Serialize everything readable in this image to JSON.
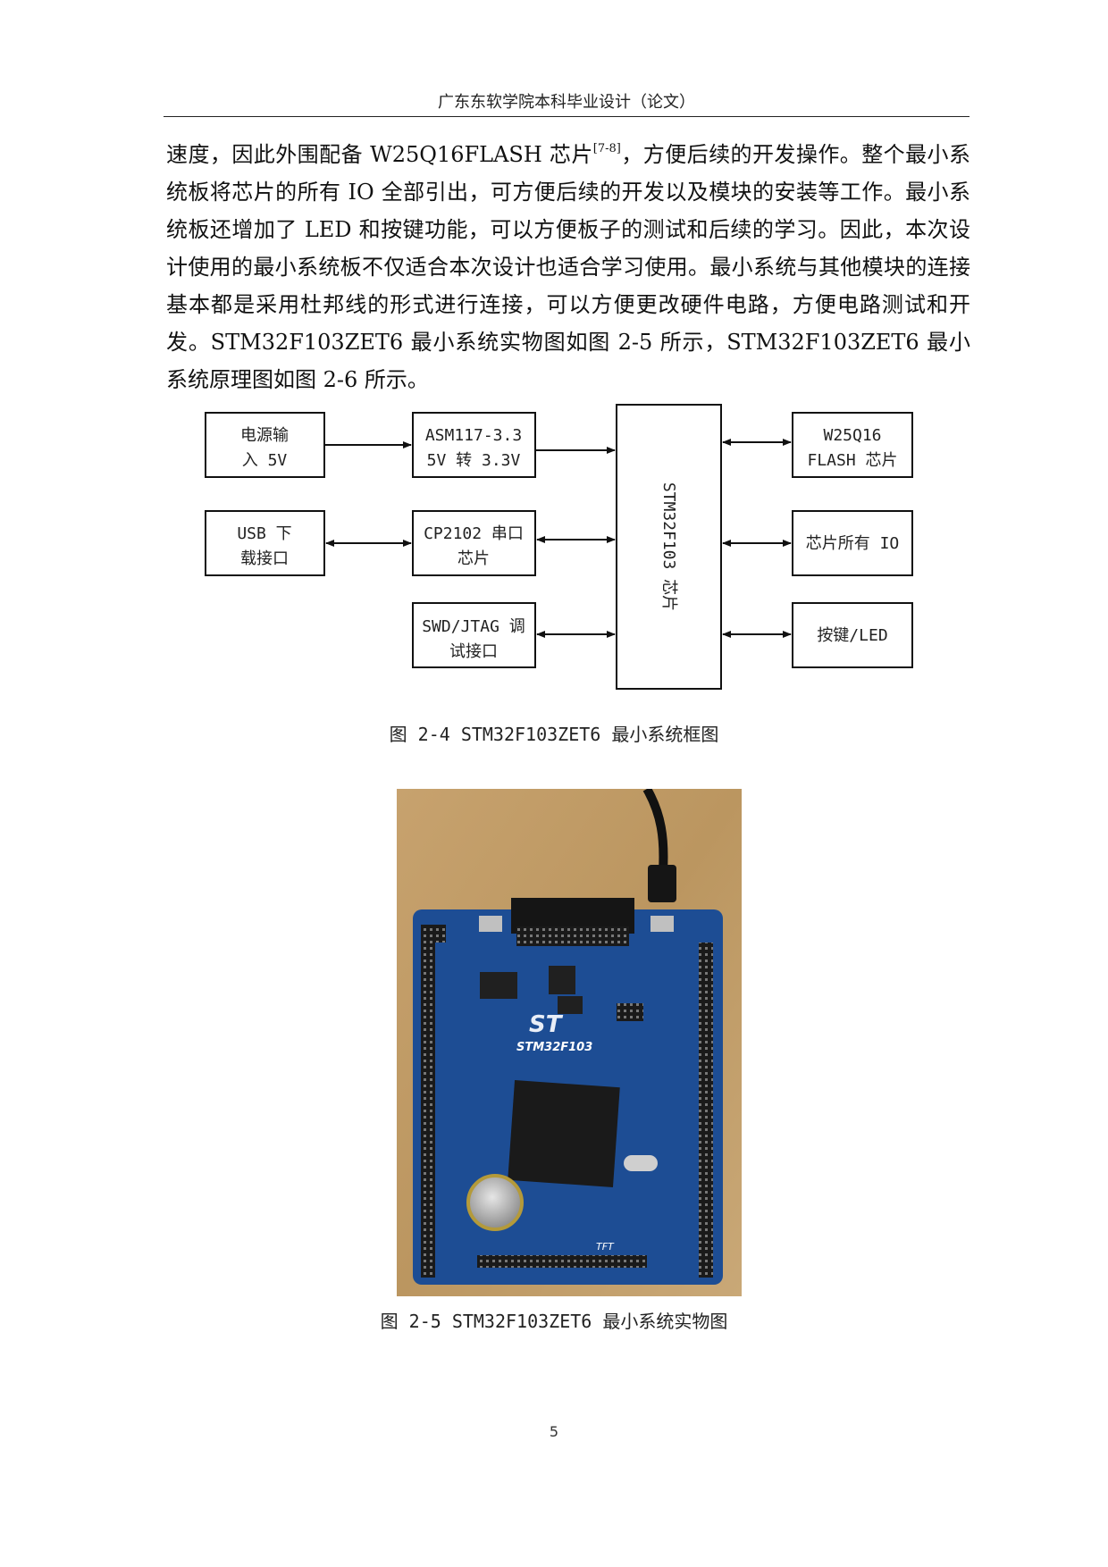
{
  "header": {
    "title": "广东东软学院本科毕业设计（论文）"
  },
  "body": {
    "text_before_cite": "速度，因此外围配备 W25Q16FLASH 芯片",
    "cite": "[7-8]",
    "text_after_cite": "，方便后续的开发操作。整个最小系统板将芯片的所有 IO 全部引出，可方便后续的开发以及模块的安装等工作。最小系统板还增加了 LED 和按键功能，可以方便板子的测试和后续的学习。因此，本次设计使用的最小系统板不仅适合本次设计也适合学习使用。最小系统与其他模块的连接基本都是采用杜邦线的形式进行连接，可以方便更改硬件电路，方便电路测试和开发。STM32F103ZET6 最小系统实物图如图 2-5 所示，STM32F103ZET6 最小系统原理图如图 2-6 所示。"
  },
  "diagram": {
    "power_in": [
      "电源输",
      "入 5V"
    ],
    "regulator": [
      "ASM117-3.3",
      "5V 转 3.3V"
    ],
    "usb": [
      "USB 下",
      "载接口"
    ],
    "cp2102": [
      "CP2102 串口",
      "芯片"
    ],
    "swd": [
      "SWD/JTAG 调",
      "试接口"
    ],
    "mcu": "STM32F103 芯片",
    "flash": [
      "W25Q16",
      "FLASH 芯片"
    ],
    "io": "芯片所有 IO",
    "keys": "按键/LED"
  },
  "captions": {
    "fig_2_4": "图 2-4   STM32F103ZET6 最小系统框图",
    "fig_2_5": "图 2-5   STM32F103ZET6 最小系统实物图"
  },
  "photo": {
    "board_silk": "STM32F103",
    "tft_label": "TFT"
  },
  "footer": {
    "page_number": "5"
  }
}
